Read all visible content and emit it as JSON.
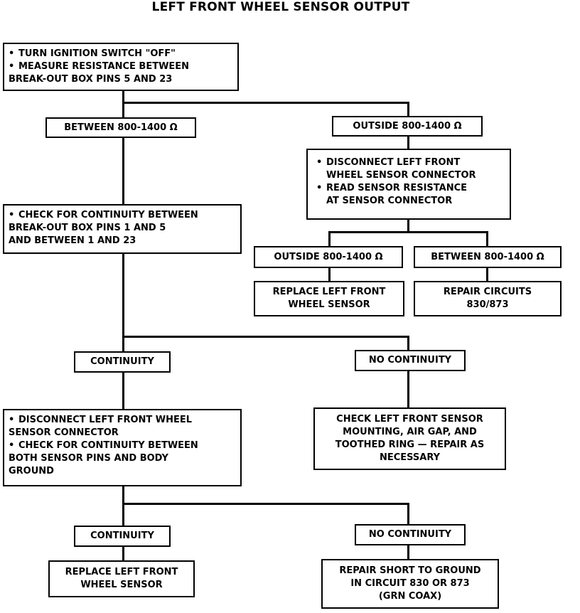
{
  "title": "LEFT FRONT WHEEL SENSOR OUTPUT",
  "step1": {
    "bullets": [
      [
        "TURN IGNITION SWITCH \"OFF\""
      ],
      [
        "MEASURE RESISTANCE BETWEEN",
        "BREAK-OUT BOX PINS 5 AND 23"
      ]
    ]
  },
  "branch1": {
    "left_label": "BETWEEN 800-1400 Ω",
    "right_label": "OUTSIDE 800-1400 Ω"
  },
  "step_right": {
    "bullets": [
      [
        "DISCONNECT LEFT FRONT",
        "WHEEL SENSOR CONNECTOR"
      ],
      [
        "READ SENSOR RESISTANCE",
        "AT SENSOR CONNECTOR"
      ]
    ]
  },
  "branch_right": {
    "left_label": "OUTSIDE 800-1400 Ω",
    "right_label": "BETWEEN 800-1400 Ω",
    "left_action": [
      "REPLACE LEFT FRONT",
      "WHEEL SENSOR"
    ],
    "right_action": [
      "REPAIR CIRCUITS",
      "830/873"
    ]
  },
  "step2": {
    "bullets": [
      [
        "CHECK FOR CONTINUITY BETWEEN",
        "BREAK-OUT BOX PINS 1 AND 5",
        "AND BETWEEN 1 AND 23"
      ]
    ]
  },
  "branch2": {
    "left_label": "CONTINUITY",
    "right_label": "NO CONTINUITY",
    "right_action": [
      "CHECK LEFT FRONT SENSOR",
      "MOUNTING, AIR GAP, AND",
      "TOOTHED RING — REPAIR AS",
      "NECESSARY"
    ]
  },
  "step3": {
    "bullets": [
      [
        "DISCONNECT LEFT FRONT WHEEL",
        "SENSOR CONNECTOR"
      ],
      [
        "CHECK FOR CONTINUITY BETWEEN",
        "BOTH SENSOR PINS AND BODY",
        "GROUND"
      ]
    ]
  },
  "branch3": {
    "left_label": "CONTINUITY",
    "right_label": "NO CONTINUITY",
    "left_action": [
      "REPLACE LEFT FRONT",
      "WHEEL SENSOR"
    ],
    "right_action": [
      "REPAIR SHORT TO GROUND",
      "IN CIRCUIT 830 OR 873",
      "(GRN COAX)"
    ]
  }
}
